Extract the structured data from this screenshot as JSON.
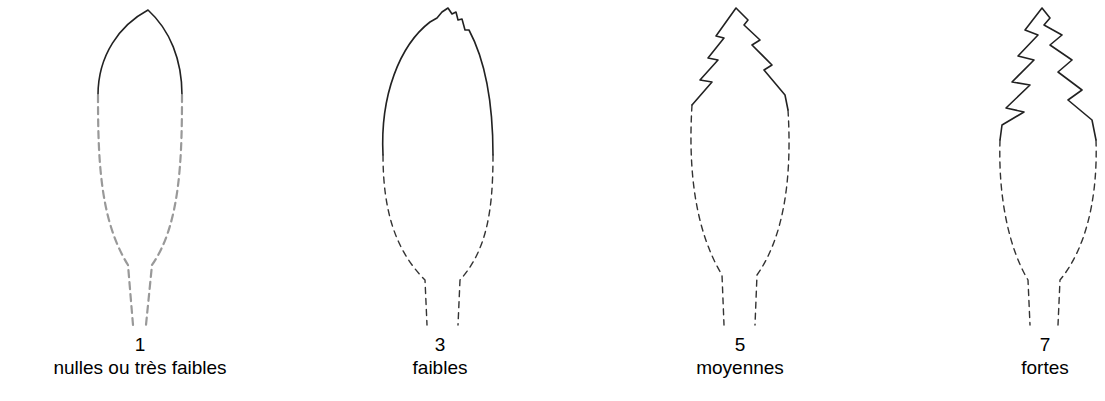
{
  "diagram": {
    "labels": [
      "1",
      "nulles ou très faibles",
      "3",
      "faibles",
      "5",
      "moyennes",
      "7",
      "fortes"
    ]
  }
}
